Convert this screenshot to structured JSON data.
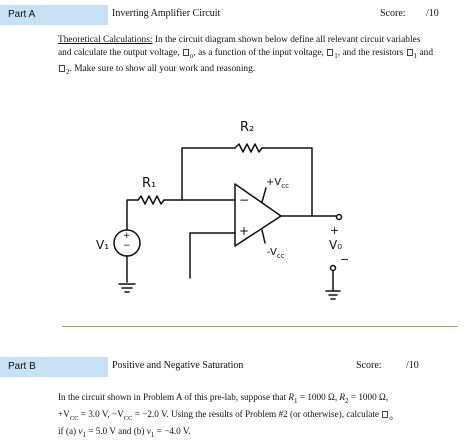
{
  "partA": {
    "label": "Part A",
    "title": "Inverting Amplifier Circuit",
    "score_label": "Score:",
    "score_value": "/10",
    "heading": "Theoretical Calculations:",
    "text1": " In the circuit diagram shown below define all relevant circuit variables",
    "text2a": "and calculate the output voltage, ",
    "text2b": "o",
    "text2c": ", as a function of the input voltage, ",
    "text2d": "1",
    "text2e": ", and the resistors ",
    "text2f": "1",
    "text2g": " and",
    "text3a": "2",
    "text3b": ". Make sure to show all your work and reasoning."
  },
  "circuit": {
    "r1": "R₁",
    "r2": "R₂",
    "vcc_pos": "+V",
    "vcc_pos_sub": "cc",
    "vcc_neg": "-V",
    "vcc_neg_sub": "cc",
    "v1": "V₁",
    "vo": "V₀",
    "minus": "−",
    "plus": "+",
    "src_plus": "+",
    "src_minus": "−",
    "out_plus": "+",
    "out_minus": "−"
  },
  "partB": {
    "label": "Part B",
    "title": "Positive and Negative Saturation",
    "score_label": "Score:",
    "score_value": "/10",
    "line1a": "In the circuit shown in Problem  A  of this pre-lab, suppose that ",
    "line1b": "R",
    "line1c": "1",
    "line1d": " = 1000 Ω, ",
    "line1e": "R",
    "line1f": "2",
    "line1g": " = 1000 Ω,",
    "line2a": "+V",
    "line2b": "CC",
    "line2c": " = 3.0 V, −V",
    "line2d": "CC",
    "line2e": " = −2.0 V. Using the results of Problem #2 (or otherwise), calculate ",
    "line2f": "o",
    "line3a": "if (a) ",
    "line3b": "v",
    "line3c": "1",
    "line3d": " = 5.0 V and (b) ",
    "line3e": "v",
    "line3f": "1",
    "line3g": " = −4.0 V."
  }
}
